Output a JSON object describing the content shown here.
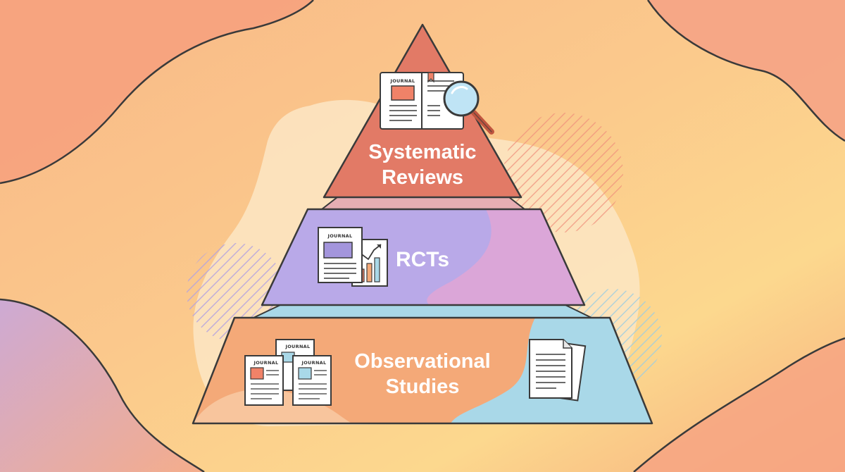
{
  "colors": {
    "bg_top": "#fcd98a",
    "bg_bottom": "#f5a07a",
    "top_tier": "#e27a66",
    "middle_tier": "#b9a9e8",
    "middle_tier_accent": "#dba6d8",
    "bottom_tier": "#f4a978",
    "bottom_tier_accent": "#a9d8e8",
    "connector_top": "#e6aeb3",
    "connector_bottom": "#a9d8e8",
    "outline": "#3a3a3a"
  },
  "pyramid": {
    "tiers": [
      {
        "id": "top",
        "label_line1": "Systematic",
        "label_line2": "Reviews",
        "icon": "journal-magnifier-icon"
      },
      {
        "id": "middle",
        "label": "RCTs",
        "icon": "journal-chart-icon"
      },
      {
        "id": "bottom",
        "label_line1": "Observational",
        "label_line2": "Studies",
        "icon": "journal-stack-icon",
        "secondary_icon": "documents-icon"
      }
    ],
    "journal_word": "JOURNAL"
  }
}
